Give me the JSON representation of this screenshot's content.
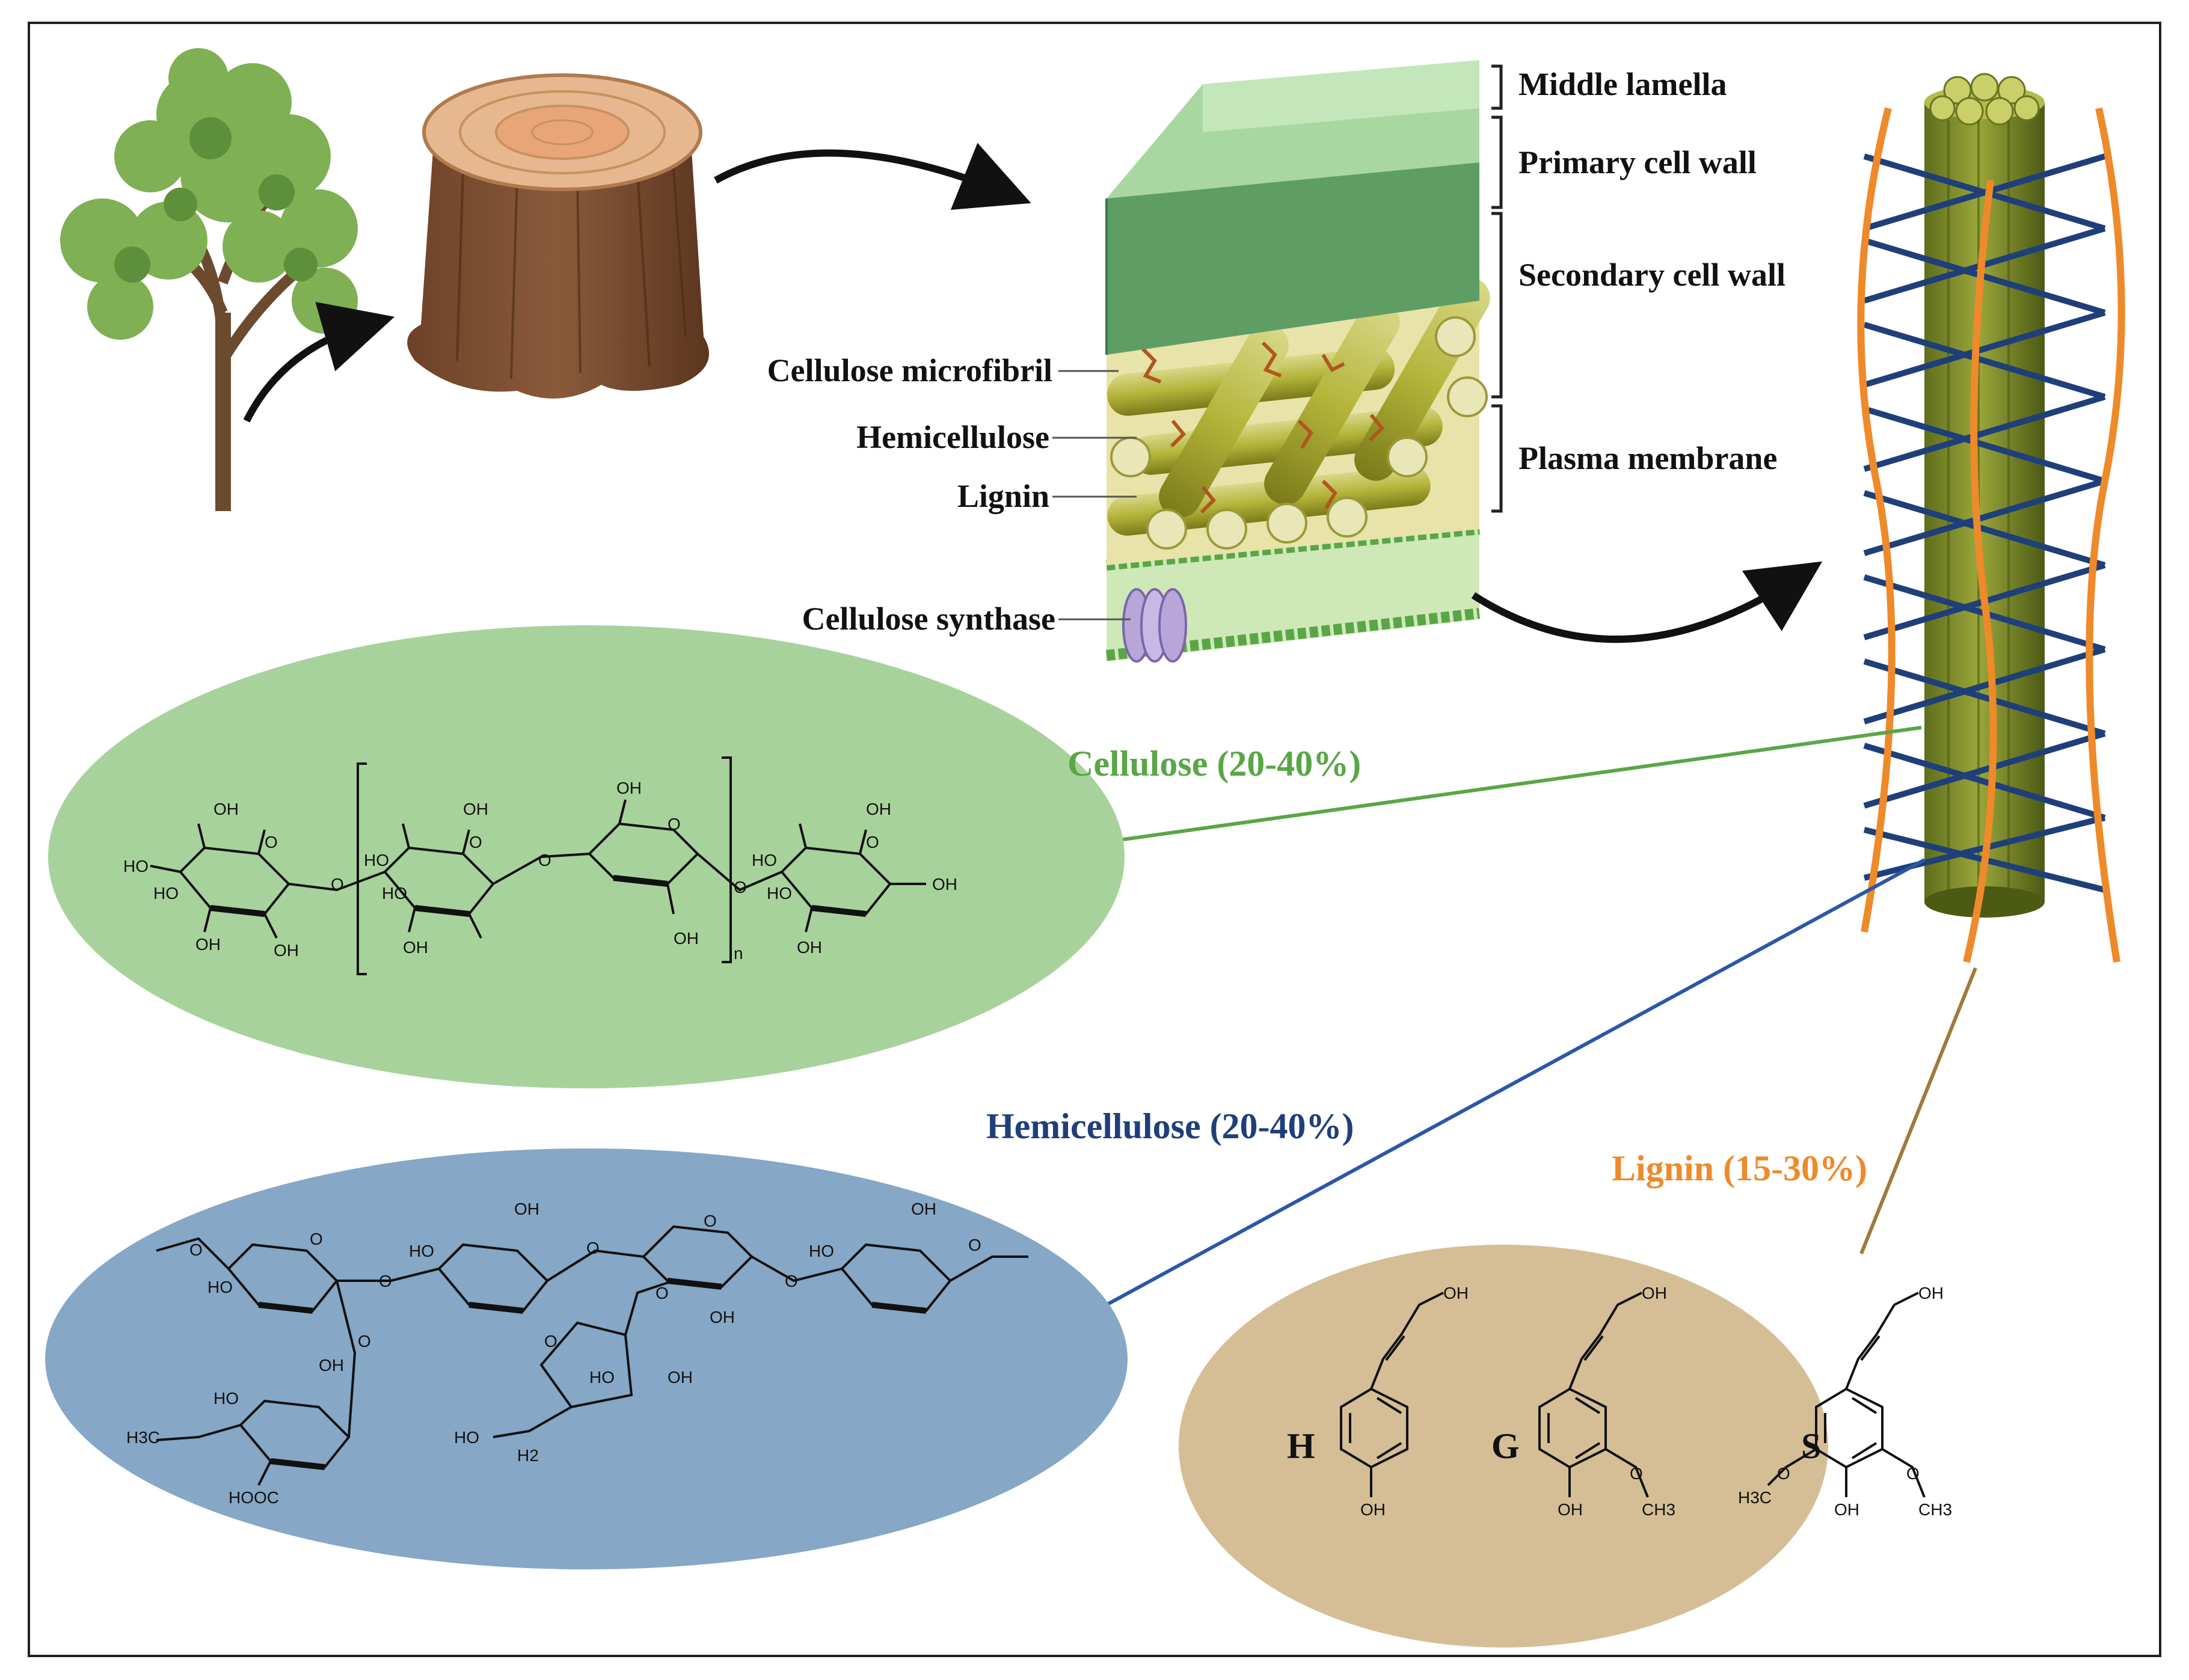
{
  "labels": {
    "middle_lamella": "Middle lamella",
    "primary_cell_wall": "Primary cell wall",
    "secondary_cell_wall": "Secondary cell wall",
    "plasma_membrane": "Plasma membrane",
    "cellulose_microfibril": "Cellulose microfibril",
    "hemicellulose": "Hemicellulose",
    "lignin": "Lignin",
    "cellulose_synthase": "Cellulose synthase"
  },
  "components": {
    "cellulose": "Cellulose (20-40%)",
    "hemicellulose": "Hemicellulose (20-40%)",
    "lignin": "Lignin (15-30%)"
  },
  "monolignols": {
    "h": "H",
    "g": "G",
    "s": "S"
  },
  "chem": {
    "oh": "OH",
    "ho": "HO",
    "o": "O",
    "n": "n",
    "h3c": "H3C",
    "ch3": "CH3",
    "hooc": "HOOC",
    "h2": "H2"
  },
  "colors": {
    "cellulose_ellipse": "#a8d29b",
    "hemicellulose_ellipse": "#86a7c6",
    "lignin_ellipse": "#d5bd96",
    "cellulose_text": "#5aa646",
    "hemicellulose_text": "#1f3f7a",
    "lignin_text": "#ee8a2a"
  }
}
